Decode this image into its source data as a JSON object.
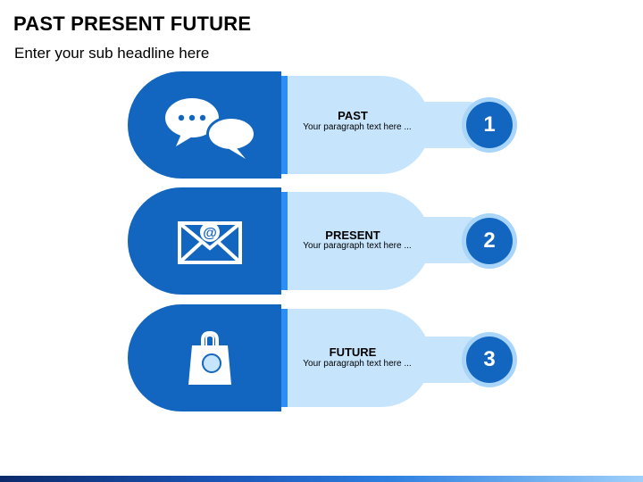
{
  "header": {
    "title": "PAST PRESENT FUTURE",
    "subtitle": "Enter your sub headline here"
  },
  "items": [
    {
      "title": "PAST",
      "text": "Your paragraph text here ...",
      "number": "1",
      "icon": "chat-bubbles-icon"
    },
    {
      "title": "PRESENT",
      "text": "Your paragraph text here ...",
      "number": "2",
      "icon": "email-envelope-icon"
    },
    {
      "title": "FUTURE",
      "text": "Your paragraph text here ...",
      "number": "3",
      "icon": "shopping-bag-icon"
    }
  ],
  "colors": {
    "dark_blue": "#1366bf",
    "light_blue": "#c6e5fd",
    "accent_blue": "#2d8ff5",
    "ring_blue": "#a9d5fa"
  }
}
